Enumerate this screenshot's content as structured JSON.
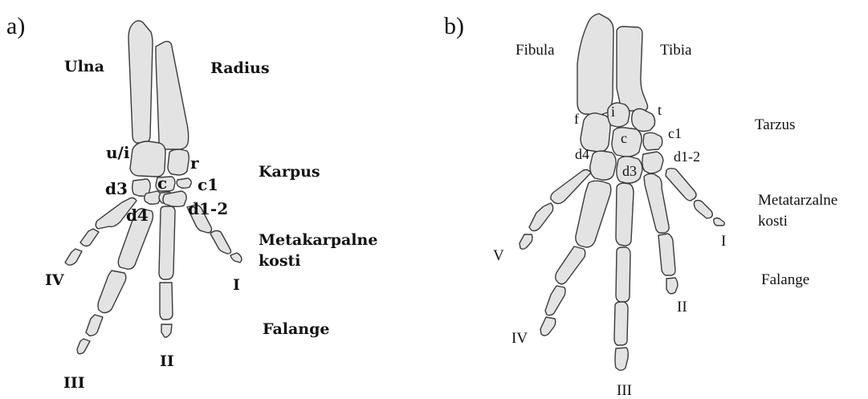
{
  "panel_a": {
    "tag": "a)",
    "ulna": "Ulna",
    "radius": "Radius",
    "ui": "u/i",
    "r": "r",
    "c": "c",
    "c1": "c1",
    "d3": "d3",
    "d4": "d4",
    "d12": "d1-2",
    "karpus": "Karpus",
    "metakarpalne_1": "Metakarpalne",
    "metakarpalne_2": "kosti",
    "falange": "Falange",
    "digit_IV": "IV",
    "digit_I": "I",
    "digit_II": "II",
    "digit_III": "III"
  },
  "panel_b": {
    "tag": "b)",
    "fibula": "Fibula",
    "tibia": "Tibia",
    "f": "f",
    "i": "i",
    "t": "t",
    "c": "c",
    "c1": "c1",
    "d4": "d4",
    "d3": "d3",
    "d12": "d1-2",
    "tarzus": "Tarzus",
    "metatarzalne_1": "Metatarzalne",
    "metatarzalne_2": "kosti",
    "falange": "Falange",
    "digit_V": "V",
    "digit_I": "I",
    "digit_IV": "IV",
    "digit_II": "II",
    "digit_III": "III"
  },
  "colors": {
    "bone_fill": "#e3e3e3",
    "bone_stroke": "#3a3a3a",
    "text": "#111111"
  }
}
